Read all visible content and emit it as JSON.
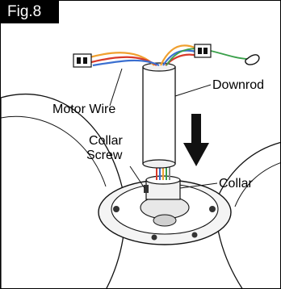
{
  "figure": {
    "label": "Fig.8"
  },
  "callouts": {
    "downrod": "Downrod",
    "motor_wire": "Motor Wire",
    "collar_screw_line1": "Collar",
    "collar_screw_line2": "Screw",
    "collar": "Collar"
  },
  "colors": {
    "wire_orange": "#f0a030",
    "wire_blue": "#3a6fd0",
    "wire_red": "#d83a2a",
    "wire_green": "#3aa04a",
    "wire_gray": "#888888",
    "outline": "#111111"
  }
}
